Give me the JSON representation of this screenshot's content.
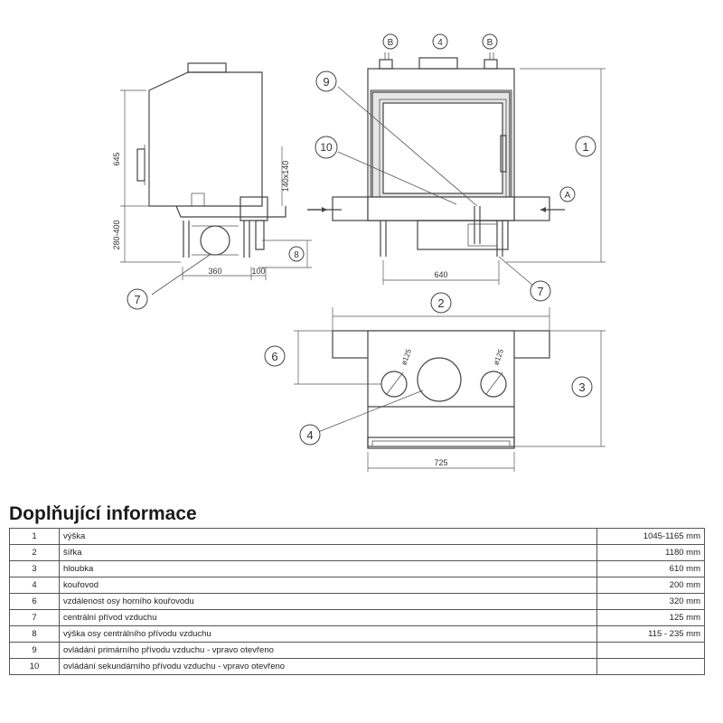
{
  "drawing": {
    "callouts": {
      "c1": "1",
      "c2": "2",
      "c3": "3",
      "c4": "4",
      "c4_top": "4",
      "c6": "6",
      "c7_left": "7",
      "c7_right": "7",
      "c8": "8",
      "c9": "9",
      "c10": "10",
      "cA": "A",
      "cB_left": "B",
      "cB_right": "B"
    },
    "dims": {
      "side_height": "645",
      "side_bottom": "280-400",
      "side_pipe": "140x140",
      "side_width": "360",
      "side_small": "100",
      "front_width": "640",
      "top_width": "725",
      "diam_left": "ø125",
      "diam_right": "ø125"
    }
  },
  "info": {
    "title": "Doplňující informace",
    "rows": [
      {
        "num": "1",
        "label": "výška",
        "value": "1045-1165 mm"
      },
      {
        "num": "2",
        "label": "šířka",
        "value": "1180 mm"
      },
      {
        "num": "3",
        "label": "hloubka",
        "value": "610 mm"
      },
      {
        "num": "4",
        "label": "kouřovod",
        "value": "200 mm"
      },
      {
        "num": "6",
        "label": "vzdálenost osy horního kouřovodu",
        "value": "320 mm"
      },
      {
        "num": "7",
        "label": "centrální přívod vzduchu",
        "value": "125 mm"
      },
      {
        "num": "8",
        "label": "výška osy centrálního přívodu vzduchu",
        "value": "115 - 235 mm"
      },
      {
        "num": "9",
        "label": "ovládání primárního přívodu vzduchu - vpravo otevřeno",
        "value": ""
      },
      {
        "num": "10",
        "label": "ovládání sekundárního přívodu vzduchu - vpravo otevřeno",
        "value": ""
      }
    ]
  }
}
